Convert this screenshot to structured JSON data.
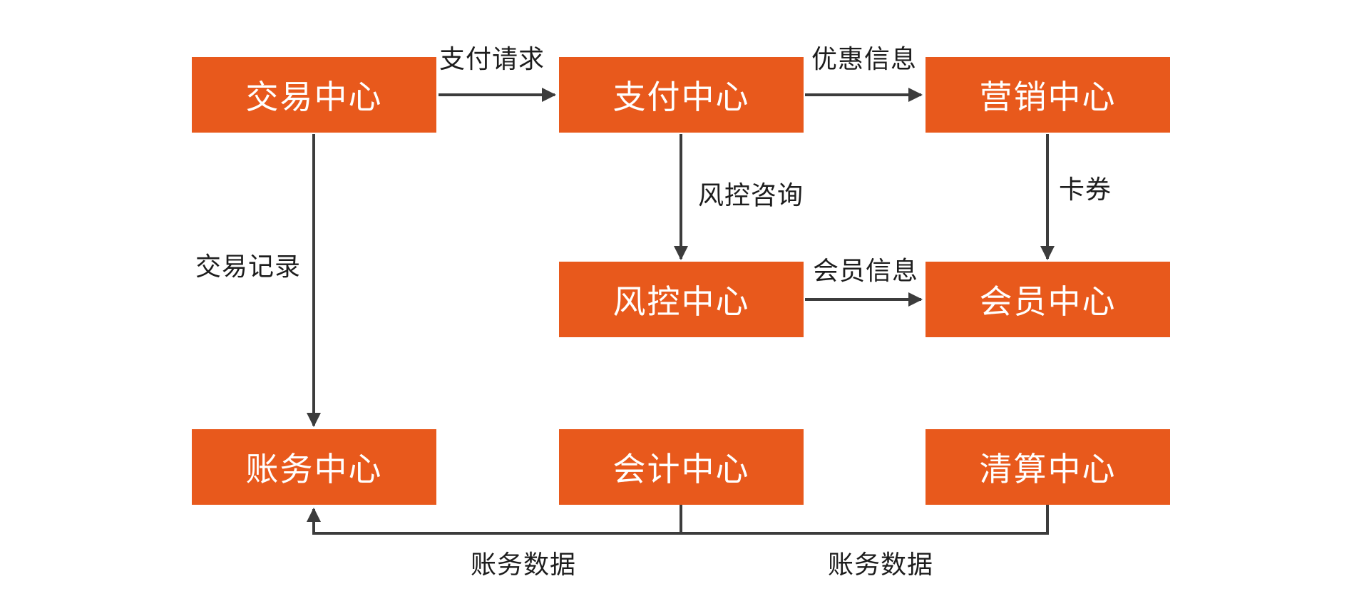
{
  "diagram": {
    "type": "flowchart",
    "background": "#FFFFFF",
    "colors": {
      "node_fill": "#E8591C",
      "node_text": "#FFFFFF",
      "connector": "#3C3C3C",
      "edge_label_text": "#1D1D1D"
    },
    "nodes": [
      {
        "id": "trade-center",
        "label": "交易中心"
      },
      {
        "id": "payment-center",
        "label": "支付中心"
      },
      {
        "id": "marketing-center",
        "label": "营销中心"
      },
      {
        "id": "risk-center",
        "label": "风控中心"
      },
      {
        "id": "member-center",
        "label": "会员中心"
      },
      {
        "id": "account-center",
        "label": "账务中心"
      },
      {
        "id": "accounting-center",
        "label": "会计中心"
      },
      {
        "id": "clearing-center",
        "label": "清算中心"
      }
    ],
    "edges": [
      {
        "id": "payment-request",
        "from": "交易中心",
        "to": "支付中心",
        "label": "支付请求"
      },
      {
        "id": "promo-info",
        "from": "支付中心",
        "to": "营销中心",
        "label": "优惠信息"
      },
      {
        "id": "risk-consult",
        "from": "支付中心",
        "to": "风控中心",
        "label": "风控咨询"
      },
      {
        "id": "coupon",
        "from": "营销中心",
        "to": "会员中心",
        "label": "卡券"
      },
      {
        "id": "member-info",
        "from": "风控中心",
        "to": "会员中心",
        "label": "会员信息"
      },
      {
        "id": "trade-record",
        "from": "交易中心",
        "to": "账务中心",
        "label": "交易记录"
      },
      {
        "id": "accounting-data-left",
        "from": "会计中心",
        "to": "账务中心",
        "label": "账务数据"
      },
      {
        "id": "accounting-data-right",
        "from": "清算中心",
        "to": "账务中心",
        "label": "账务数据"
      }
    ]
  }
}
